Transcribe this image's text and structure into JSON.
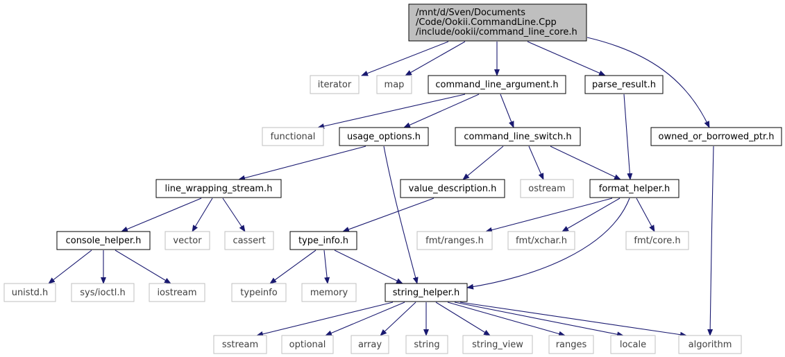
{
  "colors": {
    "edge": "#191970",
    "root_fill": "#bfbfbf",
    "external_border": "#bfbfbf",
    "primary_border": "#000000"
  },
  "diagram": {
    "root": {
      "id": "root",
      "lines": [
        "/mnt/d/Sven/Documents",
        "/Code/Ookii.CommandLine.Cpp",
        "/include/ookii/command_line_core.h"
      ]
    },
    "nodes": [
      {
        "id": "iterator",
        "label": "iterator",
        "kind": "external"
      },
      {
        "id": "map",
        "label": "map",
        "kind": "external"
      },
      {
        "id": "command_line_argument",
        "label": "command_line_argument.h",
        "kind": "primary"
      },
      {
        "id": "parse_result",
        "label": "parse_result.h",
        "kind": "primary"
      },
      {
        "id": "owned_or_borrowed_ptr",
        "label": "owned_or_borrowed_ptr.h",
        "kind": "primary"
      },
      {
        "id": "functional",
        "label": "functional",
        "kind": "external"
      },
      {
        "id": "usage_options",
        "label": "usage_options.h",
        "kind": "primary"
      },
      {
        "id": "command_line_switch",
        "label": "command_line_switch.h",
        "kind": "primary"
      },
      {
        "id": "line_wrapping_stream",
        "label": "line_wrapping_stream.h",
        "kind": "primary"
      },
      {
        "id": "value_description",
        "label": "value_description.h",
        "kind": "primary"
      },
      {
        "id": "ostream",
        "label": "ostream",
        "kind": "external"
      },
      {
        "id": "format_helper",
        "label": "format_helper.h",
        "kind": "primary"
      },
      {
        "id": "console_helper",
        "label": "console_helper.h",
        "kind": "primary"
      },
      {
        "id": "vector",
        "label": "vector",
        "kind": "external"
      },
      {
        "id": "cassert",
        "label": "cassert",
        "kind": "external"
      },
      {
        "id": "type_info",
        "label": "type_info.h",
        "kind": "primary"
      },
      {
        "id": "fmt_ranges",
        "label": "fmt/ranges.h",
        "kind": "external"
      },
      {
        "id": "fmt_xchar",
        "label": "fmt/xchar.h",
        "kind": "external"
      },
      {
        "id": "fmt_core",
        "label": "fmt/core.h",
        "kind": "external"
      },
      {
        "id": "unistd",
        "label": "unistd.h",
        "kind": "external"
      },
      {
        "id": "sys_ioctl",
        "label": "sys/ioctl.h",
        "kind": "external"
      },
      {
        "id": "iostream",
        "label": "iostream",
        "kind": "external"
      },
      {
        "id": "typeinfo",
        "label": "typeinfo",
        "kind": "external"
      },
      {
        "id": "memory",
        "label": "memory",
        "kind": "external"
      },
      {
        "id": "string_helper",
        "label": "string_helper.h",
        "kind": "primary"
      },
      {
        "id": "sstream",
        "label": "sstream",
        "kind": "external"
      },
      {
        "id": "optional",
        "label": "optional",
        "kind": "external"
      },
      {
        "id": "array",
        "label": "array",
        "kind": "external"
      },
      {
        "id": "string",
        "label": "string",
        "kind": "external"
      },
      {
        "id": "string_view",
        "label": "string_view",
        "kind": "external"
      },
      {
        "id": "ranges",
        "label": "ranges",
        "kind": "external"
      },
      {
        "id": "locale",
        "label": "locale",
        "kind": "external"
      },
      {
        "id": "algorithm",
        "label": "algorithm",
        "kind": "external"
      }
    ],
    "edges": [
      [
        "root",
        "iterator"
      ],
      [
        "root",
        "map"
      ],
      [
        "root",
        "command_line_argument"
      ],
      [
        "root",
        "parse_result"
      ],
      [
        "root",
        "owned_or_borrowed_ptr"
      ],
      [
        "command_line_argument",
        "functional"
      ],
      [
        "command_line_argument",
        "usage_options"
      ],
      [
        "command_line_argument",
        "command_line_switch"
      ],
      [
        "parse_result",
        "format_helper"
      ],
      [
        "owned_or_borrowed_ptr",
        "algorithm"
      ],
      [
        "usage_options",
        "line_wrapping_stream"
      ],
      [
        "usage_options",
        "string_helper"
      ],
      [
        "command_line_switch",
        "value_description"
      ],
      [
        "command_line_switch",
        "ostream"
      ],
      [
        "command_line_switch",
        "format_helper"
      ],
      [
        "line_wrapping_stream",
        "console_helper"
      ],
      [
        "line_wrapping_stream",
        "vector"
      ],
      [
        "line_wrapping_stream",
        "cassert"
      ],
      [
        "value_description",
        "type_info"
      ],
      [
        "format_helper",
        "fmt_ranges"
      ],
      [
        "format_helper",
        "fmt_xchar"
      ],
      [
        "format_helper",
        "fmt_core"
      ],
      [
        "format_helper",
        "string_helper"
      ],
      [
        "console_helper",
        "unistd"
      ],
      [
        "console_helper",
        "sys_ioctl"
      ],
      [
        "console_helper",
        "iostream"
      ],
      [
        "type_info",
        "typeinfo"
      ],
      [
        "type_info",
        "memory"
      ],
      [
        "type_info",
        "string_helper"
      ],
      [
        "string_helper",
        "sstream"
      ],
      [
        "string_helper",
        "optional"
      ],
      [
        "string_helper",
        "array"
      ],
      [
        "string_helper",
        "string"
      ],
      [
        "string_helper",
        "string_view"
      ],
      [
        "string_helper",
        "ranges"
      ],
      [
        "string_helper",
        "locale"
      ],
      [
        "string_helper",
        "algorithm"
      ]
    ]
  }
}
